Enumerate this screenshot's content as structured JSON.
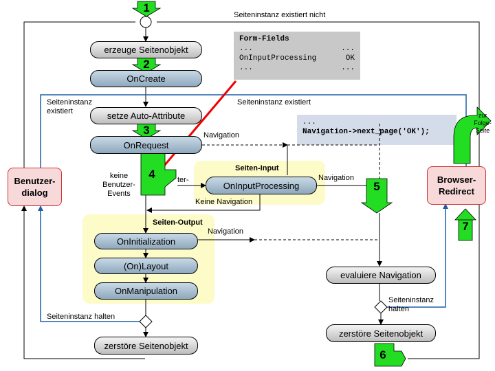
{
  "nodes": {
    "erzeuge": "erzeuge Seitenobjekt",
    "oncreate": "OnCreate",
    "setze": "setze Auto-Attribute",
    "onrequest": "OnRequest",
    "oninputprocessing": "OnInputProcessing",
    "oninitialization": "OnInitialization",
    "onlayout": "(On)Layout",
    "onmanipulation": "OnManipulation",
    "zerstoere_left": "zerstöre Seitenobjekt",
    "evaluiere": "evaluiere Navigation",
    "zerstoere_right": "zerstöre Seitenobjekt",
    "benutzerdialog": "Benutzer-\ndialog",
    "browser_redirect": "Browser-\nRedirect"
  },
  "regions": {
    "seiten_input": "Seiten-Input",
    "seiten_output": "Seiten-Output"
  },
  "labels": {
    "seiteninstanz_nicht": "Seiteninstanz existiert nicht",
    "seiteninstanz_existiert_left": "Seiteninstanz\nexistiert",
    "seiteninstanz_existiert_mid": "Seiteninstanz existiert",
    "navigation_1": "Navigation",
    "navigation_2": "Navigation",
    "navigation_3": "Navigation",
    "keine_benutzer_events": "keine\nBenutzer-\nEvents",
    "benutzer_events_partial": "ter-",
    "keine_navigation": "Keine Navigation",
    "seiteninstanz_halten_left": "Seiteninstanz halten",
    "seiteninstanz_halten_right": "Seiteninstanz\nhalten",
    "zur_folgeseite": "zur\nFolge-\nSeite"
  },
  "note_form": {
    "title": "Form-Fields",
    "rows": [
      {
        "left": "...",
        "right": "..."
      },
      {
        "left": "OnInputProcessing",
        "right": "OK"
      },
      {
        "left": "...",
        "right": "..."
      }
    ]
  },
  "code_nav": {
    "line1": "...",
    "line2": "Navigation->next_page('OK');"
  },
  "badges": [
    "1",
    "2",
    "3",
    "4",
    "5",
    "6",
    "7"
  ],
  "colors": {
    "arrow_green": "#22dd22",
    "flow_blue": "#1f5fa8",
    "red_arrow": "#ee0000",
    "yellow_region": "#fdfbc7",
    "pink_box": "#f7d9d9"
  }
}
